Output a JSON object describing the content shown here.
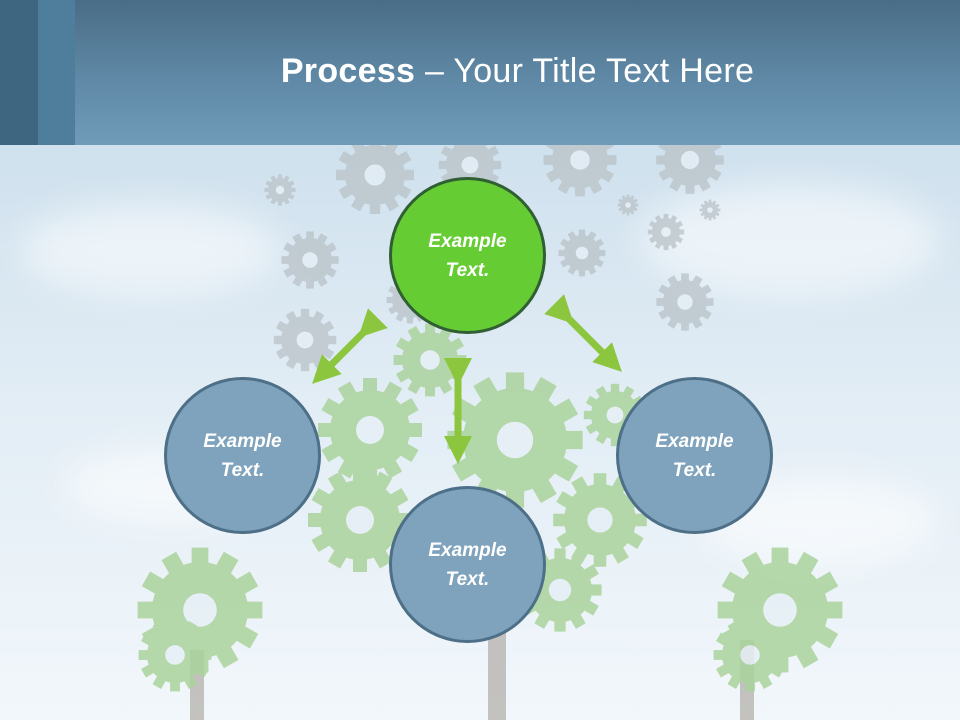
{
  "slide": {
    "title_bold": "Process",
    "title_rest": " – Your Title Text Here"
  },
  "nodes": {
    "top": {
      "line1": "Example",
      "line2": "Text."
    },
    "left": {
      "line1": "Example",
      "line2": "Text."
    },
    "right": {
      "line1": "Example",
      "line2": "Text."
    },
    "bottom": {
      "line1": "Example",
      "line2": "Text."
    }
  },
  "colors": {
    "header": "#5f89a6",
    "node_green": "#66cc33",
    "node_blue": "#7fa3bc",
    "arrow": "#8cc63f"
  }
}
